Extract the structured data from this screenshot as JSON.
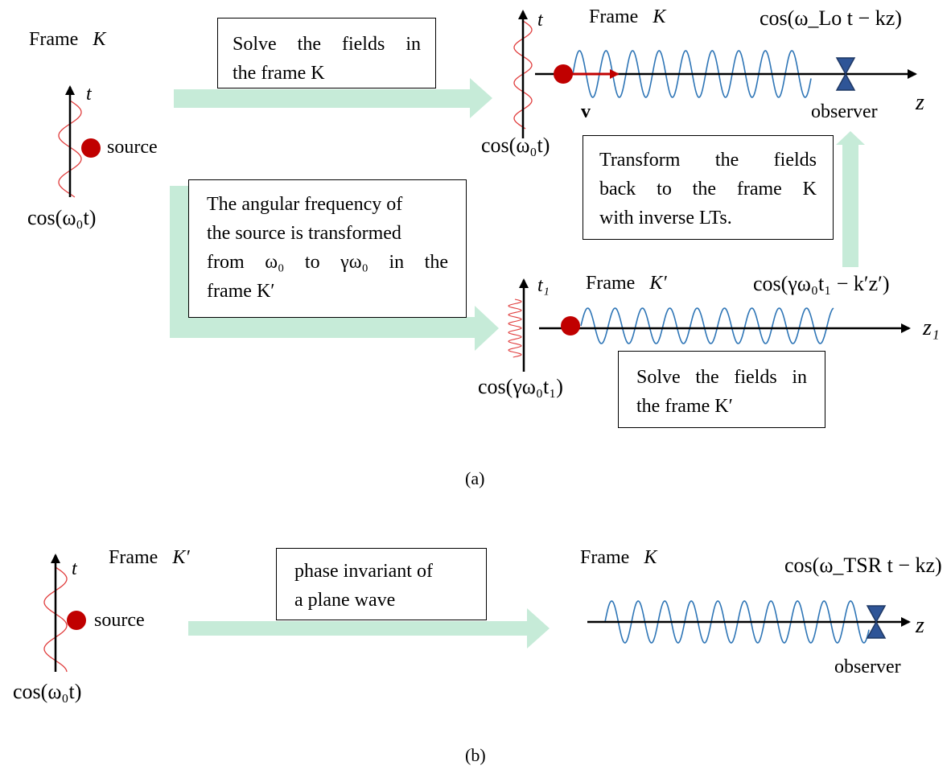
{
  "colors": {
    "arrow_fill": "#c6ebd8",
    "source_dot": "#c00000",
    "source_wave": "#e03c3c",
    "plane_wave": "#2e75b6",
    "observer": "#2f5597",
    "velocity": "#c00000"
  },
  "panel_a": {
    "source_frame_label": "Frame",
    "source_frame_symbol": "K",
    "axis_t": "t",
    "source_label": "source",
    "source_formula": "cos(ω₀t)",
    "box_solve_K": [
      "Solve the fields in",
      "the frame K"
    ],
    "top_frame_label": "Frame",
    "top_frame_symbol": "K",
    "top_formula": "cos(ω_Lo t − kz)",
    "top_axis_t": "t",
    "top_axis_z": "z",
    "velocity_label": "v",
    "observer_label": "observer",
    "top_source_formula": "cos(ω₀t)",
    "box_transform_back": [
      "Transform the fields",
      "back to the frame K",
      "with inverse LTs."
    ],
    "box_angular": [
      "The angular frequency of",
      "the source is transformed",
      "from ω₀ to γω₀ in the",
      "frame K′"
    ],
    "mid_frame_label": "Frame",
    "mid_frame_symbol": "K′",
    "mid_formula": "cos(γω₀t₁ − k′z′)",
    "mid_axis_t": "t₁",
    "mid_axis_z": "z₁",
    "mid_source_formula": "cos(γω₀t₁)",
    "box_solve_Kprime": [
      "Solve the fields in",
      "the frame K′"
    ],
    "caption": "(a)"
  },
  "panel_b": {
    "axis_t": "t",
    "source_label": "source",
    "source_formula": "cos(ω₀t)",
    "left_frame_label": "Frame",
    "left_frame_symbol": "K′",
    "box_phase": [
      "phase invariant of",
      "a plane wave"
    ],
    "right_frame_label": "Frame",
    "right_frame_symbol": "K",
    "right_formula": "cos(ω_TSR t − kz)",
    "axis_z": "z",
    "observer_label": "observer",
    "caption": "(b)"
  }
}
